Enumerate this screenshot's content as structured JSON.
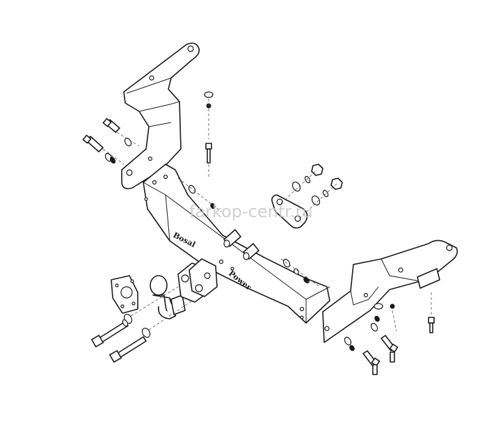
{
  "watermark": "farkop-centr.ru",
  "frame_logo": "Bosal",
  "frame_stamp": "Power",
  "colors": {
    "line": "#1a1a1a",
    "watermark": "#c8c8c8",
    "background": "#ffffff"
  }
}
